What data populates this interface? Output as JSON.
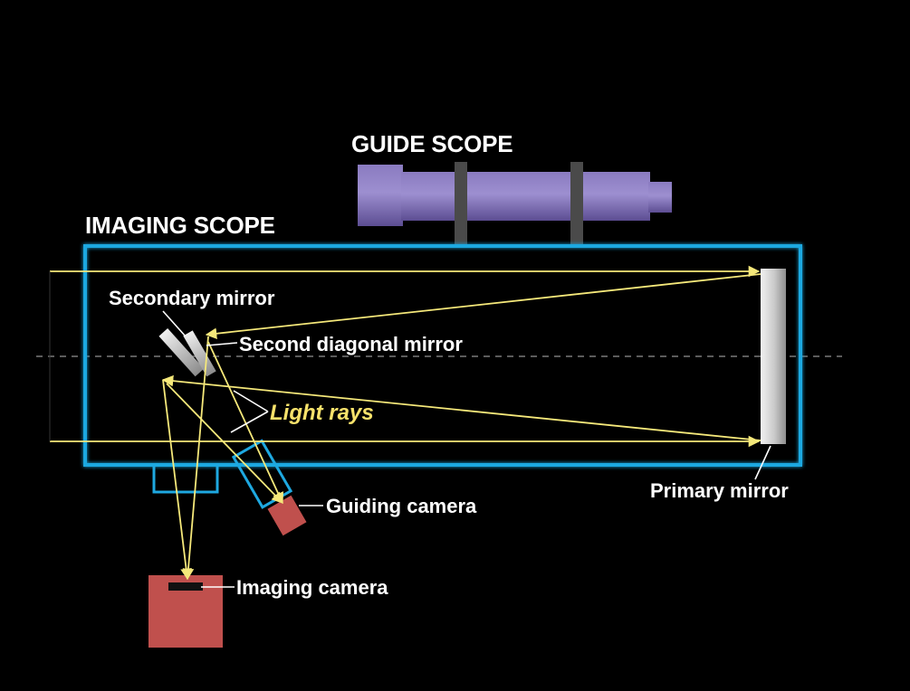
{
  "labels": {
    "guide_scope": "GUIDE SCOPE",
    "imaging_scope": "IMAGING SCOPE",
    "secondary_mirror": "Secondary mirror",
    "second_diagonal_mirror": "Second diagonal mirror",
    "light_rays": "Light rays",
    "guiding_camera": "Guiding camera",
    "imaging_camera": "Imaging camera",
    "primary_mirror": "Primary mirror"
  },
  "colors": {
    "background": "#000000",
    "tube_outline": "#1ea8e0",
    "guide_scope": "#7b6aae",
    "guide_ring": "#4a4a4a",
    "light_ray": "#f5e87a",
    "light_rays_label": "#f7e26b",
    "camera": "#c0504d",
    "sensor": "#111111",
    "axis_line": "#888888"
  }
}
